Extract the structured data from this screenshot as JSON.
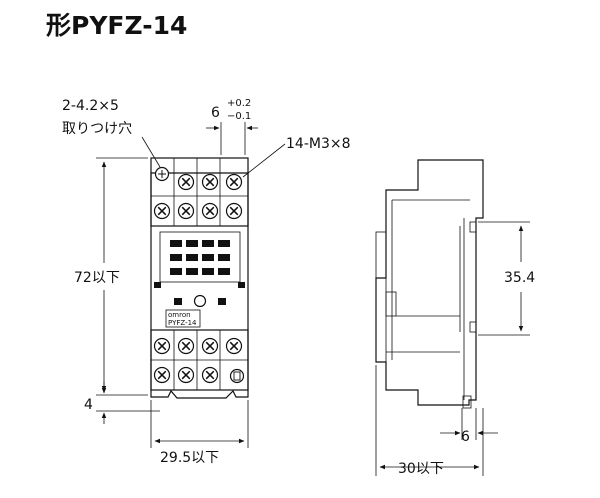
{
  "title": "形PYFZ-14",
  "front_view": {
    "mount_hole_label_line1": "2-4.2×5",
    "mount_hole_label_line2": "取りつけ穴",
    "pitch_label_main": "6",
    "pitch_tol_plus": "+0.2",
    "pitch_tol_minus": "−0.1",
    "screw_label": "14-M3×8",
    "height_label": "72以下",
    "bottom_offset_label": "4",
    "width_label": "29.5以下",
    "brand_text": "omron",
    "model_text": "PYFZ-14"
  },
  "side_view": {
    "rail_height_label": "35.4",
    "depth_small_label": "6",
    "depth_label": "30以下"
  }
}
